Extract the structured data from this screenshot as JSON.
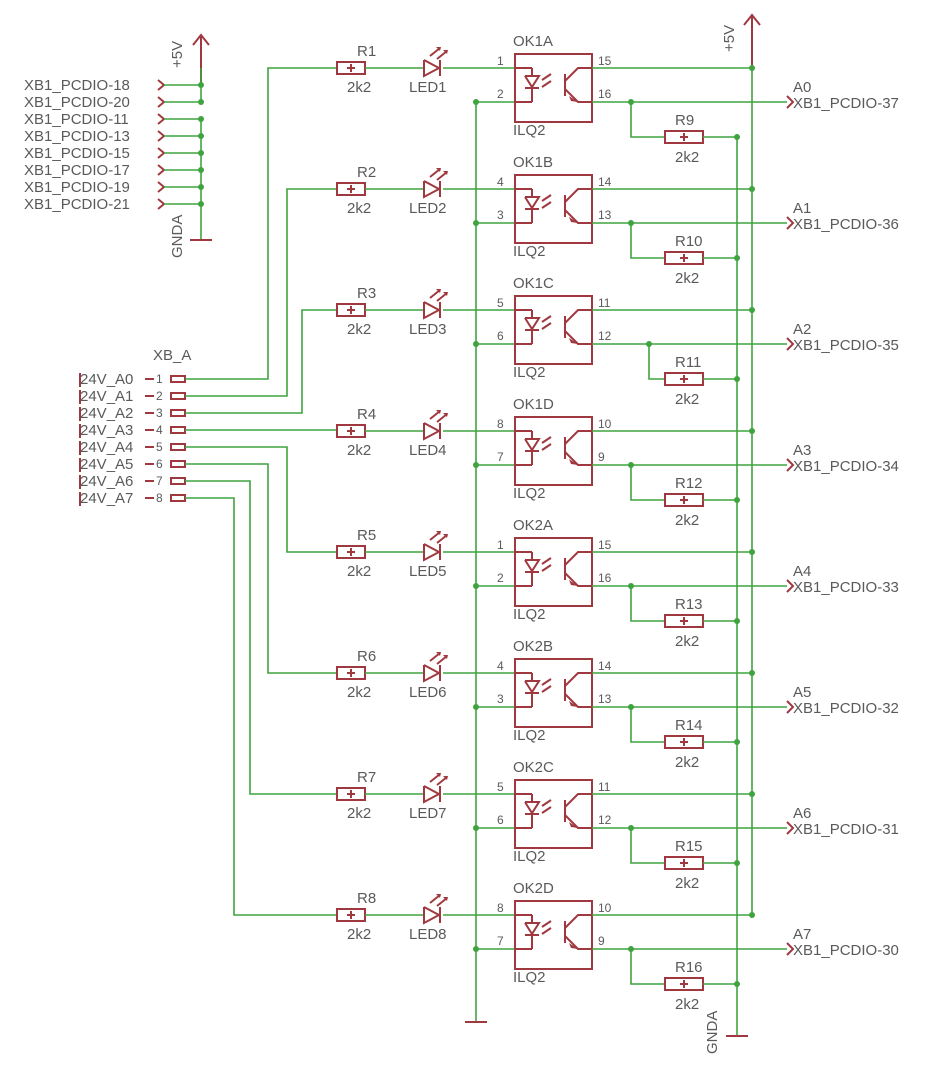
{
  "power": {
    "vcc_left": "+5V",
    "vcc_right": "+5V",
    "gnd_left": "GNDA",
    "gnd_right": "GNDA"
  },
  "left_nets_vcc": [
    "XB1_PCDIO-18",
    "XB1_PCDIO-20"
  ],
  "left_nets_gnd": [
    "XB1_PCDIO-11",
    "XB1_PCDIO-13",
    "XB1_PCDIO-15",
    "XB1_PCDIO-17",
    "XB1_PCDIO-19",
    "XB1_PCDIO-21"
  ],
  "connector": {
    "name": "XB_A",
    "pins": [
      {
        "net": "24V_A0",
        "num": "1"
      },
      {
        "net": "24V_A1",
        "num": "2"
      },
      {
        "net": "24V_A2",
        "num": "3"
      },
      {
        "net": "24V_A3",
        "num": "4"
      },
      {
        "net": "24V_A4",
        "num": "5"
      },
      {
        "net": "24V_A5",
        "num": "6"
      },
      {
        "net": "24V_A6",
        "num": "7"
      },
      {
        "net": "24V_A7",
        "num": "8"
      }
    ]
  },
  "channels": [
    {
      "r_in": "R1",
      "r_in_val": "2k2",
      "led": "LED1",
      "opto": "OK1A",
      "opto_type": "ILQ2",
      "pin_a": "1",
      "pin_k": "2",
      "pin_c": "15",
      "pin_e": "16",
      "r_pd": "R9",
      "r_pd_val": "2k2",
      "sig": "A0",
      "out": "XB1_PCDIO-37"
    },
    {
      "r_in": "R2",
      "r_in_val": "2k2",
      "led": "LED2",
      "opto": "OK1B",
      "opto_type": "ILQ2",
      "pin_a": "4",
      "pin_k": "3",
      "pin_c": "14",
      "pin_e": "13",
      "r_pd": "R10",
      "r_pd_val": "2k2",
      "sig": "A1",
      "out": "XB1_PCDIO-36"
    },
    {
      "r_in": "R3",
      "r_in_val": "2k2",
      "led": "LED3",
      "opto": "OK1C",
      "opto_type": "ILQ2",
      "pin_a": "5",
      "pin_k": "6",
      "pin_c": "11",
      "pin_e": "12",
      "r_pd": "R11",
      "r_pd_val": "2k2",
      "sig": "A2",
      "out": "XB1_PCDIO-35"
    },
    {
      "r_in": "R4",
      "r_in_val": "2k2",
      "led": "LED4",
      "opto": "OK1D",
      "opto_type": "ILQ2",
      "pin_a": "8",
      "pin_k": "7",
      "pin_c": "10",
      "pin_e": "9",
      "r_pd": "R12",
      "r_pd_val": "2k2",
      "sig": "A3",
      "out": "XB1_PCDIO-34"
    },
    {
      "r_in": "R5",
      "r_in_val": "2k2",
      "led": "LED5",
      "opto": "OK2A",
      "opto_type": "ILQ2",
      "pin_a": "1",
      "pin_k": "2",
      "pin_c": "15",
      "pin_e": "16",
      "r_pd": "R13",
      "r_pd_val": "2k2",
      "sig": "A4",
      "out": "XB1_PCDIO-33"
    },
    {
      "r_in": "R6",
      "r_in_val": "2k2",
      "led": "LED6",
      "opto": "OK2B",
      "opto_type": "ILQ2",
      "pin_a": "4",
      "pin_k": "3",
      "pin_c": "14",
      "pin_e": "13",
      "r_pd": "R14",
      "r_pd_val": "2k2",
      "sig": "A5",
      "out": "XB1_PCDIO-32"
    },
    {
      "r_in": "R7",
      "r_in_val": "2k2",
      "led": "LED7",
      "opto": "OK2C",
      "opto_type": "ILQ2",
      "pin_a": "5",
      "pin_k": "6",
      "pin_c": "11",
      "pin_e": "12",
      "r_pd": "R15",
      "r_pd_val": "2k2",
      "sig": "A6",
      "out": "XB1_PCDIO-31"
    },
    {
      "r_in": "R8",
      "r_in_val": "2k2",
      "led": "LED8",
      "opto": "OK2D",
      "opto_type": "ILQ2",
      "pin_a": "8",
      "pin_k": "7",
      "pin_c": "10",
      "pin_e": "9",
      "r_pd": "R16",
      "r_pd_val": "2k2",
      "sig": "A7",
      "out": "XB1_PCDIO-30"
    }
  ]
}
